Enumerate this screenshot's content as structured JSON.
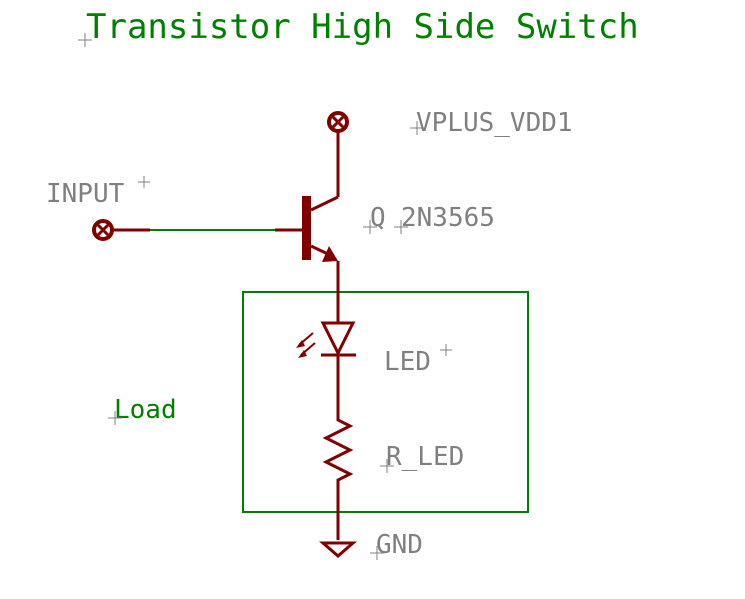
{
  "title": "Transistor High Side Switch",
  "labels": {
    "supply": "VPLUS_VDD1",
    "input": "INPUT",
    "transistor_name": "Q",
    "transistor_value": "2N3565",
    "led": "LED",
    "resistor": "R_LED",
    "ground": "GND",
    "load": "Load"
  },
  "colors": {
    "net": "#800000",
    "wire_and_frame": "#008000",
    "label": "#808080",
    "title": "#008000"
  }
}
